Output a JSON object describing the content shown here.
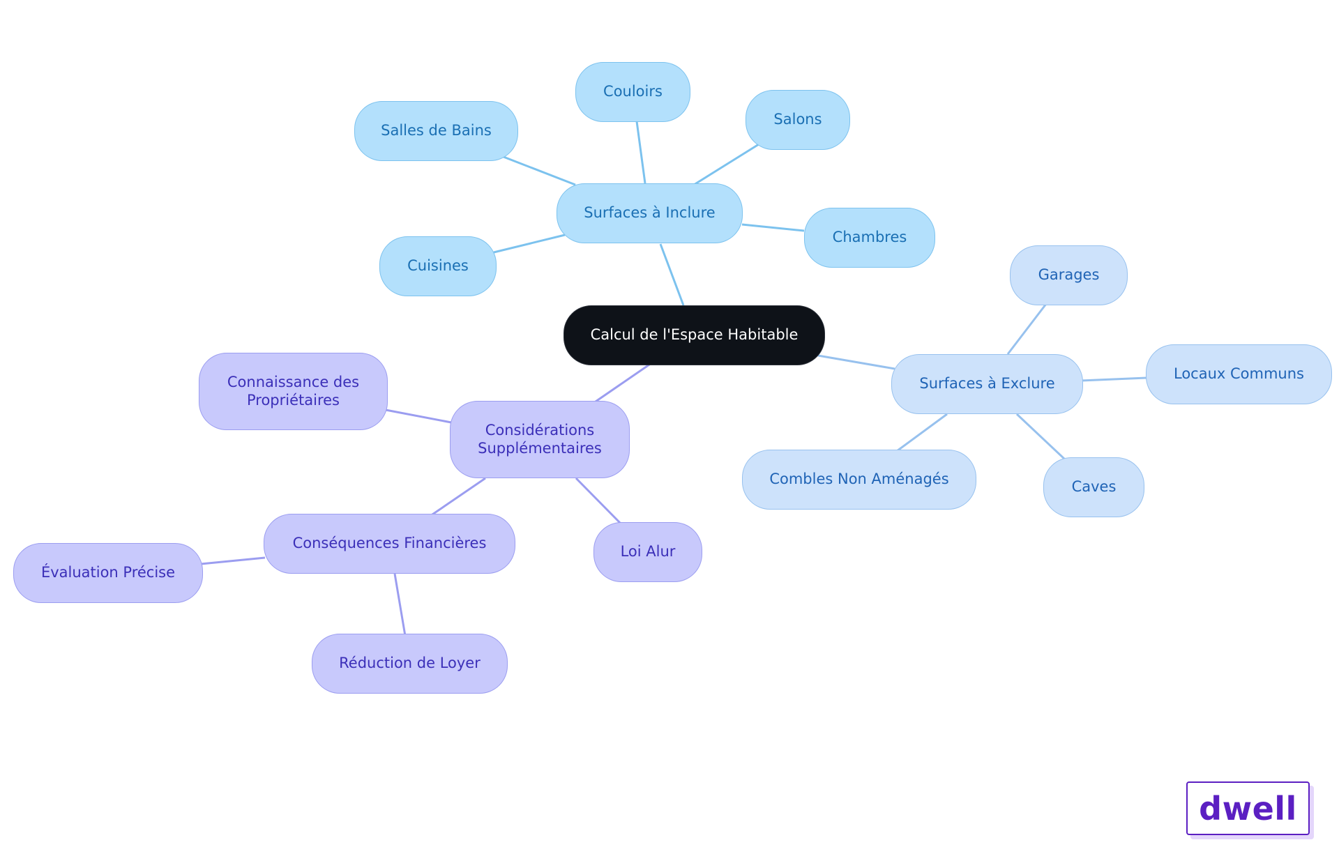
{
  "diagram": {
    "root": {
      "label": "Calcul de l'Espace Habitable"
    },
    "branches": [
      {
        "label": "Surfaces à Inclure",
        "style": "include",
        "children": [
          "Salles de Bains",
          "Couloirs",
          "Salons",
          "Chambres",
          "Cuisines"
        ]
      },
      {
        "label": "Surfaces à Exclure",
        "style": "exclude",
        "children": [
          "Garages",
          "Locaux Communs",
          "Caves",
          "Combles Non Aménagés"
        ]
      },
      {
        "label": "Considérations\nSupplémentaires",
        "style": "extra",
        "children": [
          "Connaissance des\nPropriétaires",
          "Loi Alur",
          "Conséquences Financières"
        ]
      },
      {
        "label": "Conséquences Financières",
        "style": "extra",
        "children": [
          "Évaluation Précise",
          "Réduction de Loyer"
        ]
      }
    ]
  },
  "colors": {
    "root_fill": "#0e1218",
    "include_fill": "#b3e0fc",
    "include_edge": "#7cc2ee",
    "exclude_fill": "#cde2fb",
    "exclude_edge": "#97c1ee",
    "extra_fill": "#c8c9fc",
    "extra_edge": "#9b9df0",
    "brand": "#5b1fc2"
  },
  "logo": {
    "text": "dwell"
  }
}
